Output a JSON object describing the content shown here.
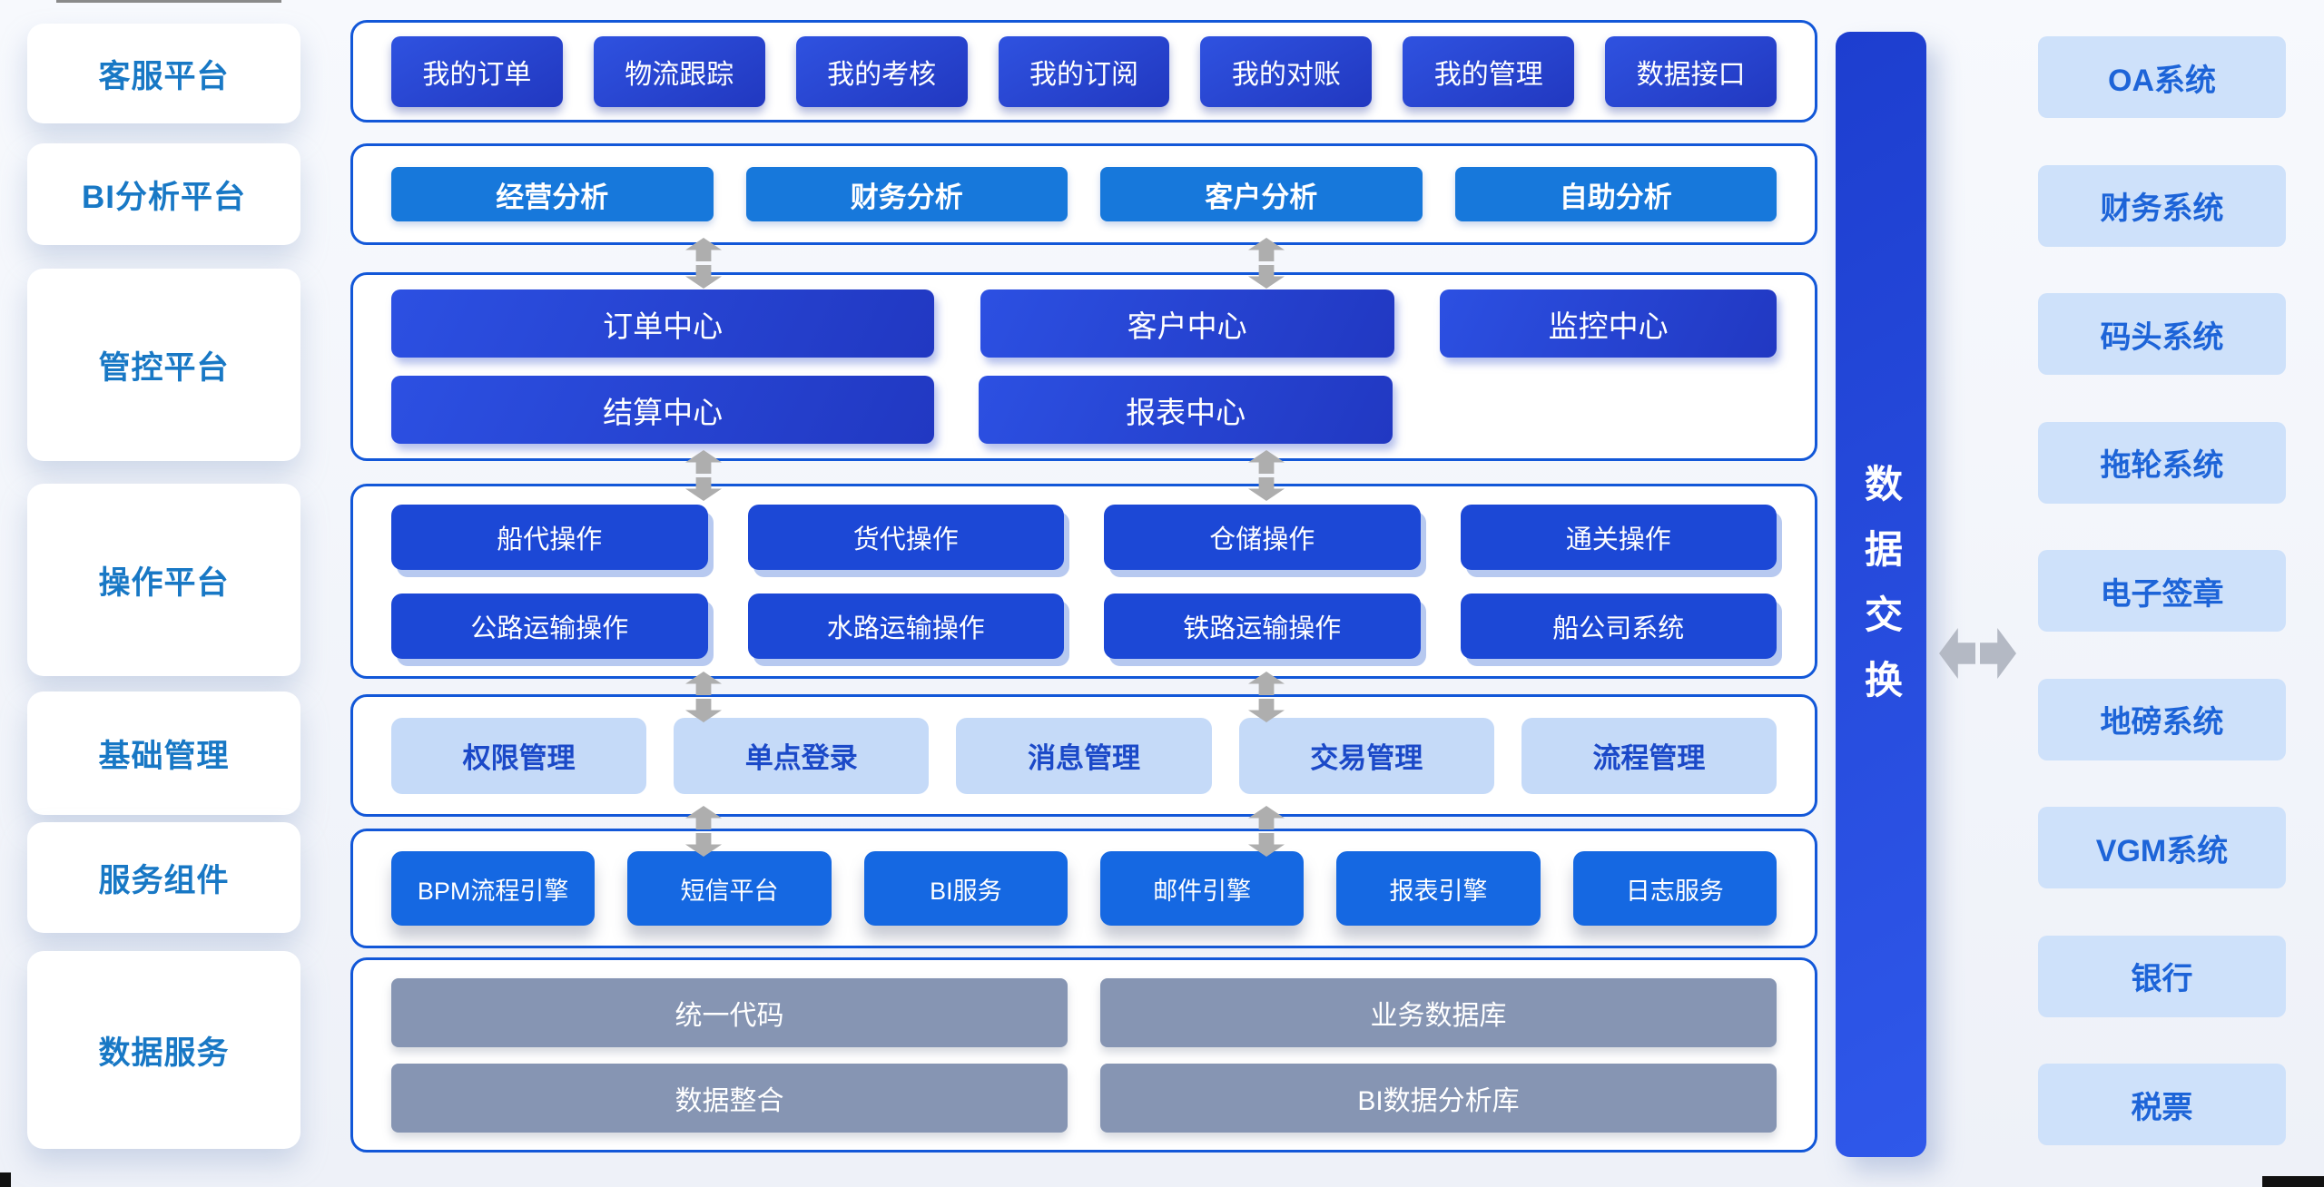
{
  "sidebar": {
    "items": [
      "客服平台",
      "BI分析平台",
      "管控平台",
      "操作平台",
      "基础管理",
      "服务组件",
      "数据服务"
    ]
  },
  "sections": {
    "customer_service": {
      "buttons": [
        "我的订单",
        "物流跟踪",
        "我的考核",
        "我的订阅",
        "我的对账",
        "我的管理",
        "数据接口"
      ]
    },
    "bi_analysis": {
      "buttons": [
        "经营分析",
        "财务分析",
        "客户分析",
        "自助分析"
      ]
    },
    "control": {
      "row1": [
        "订单中心",
        "客户中心",
        "监控中心"
      ],
      "row2": [
        "结算中心",
        "报表中心"
      ]
    },
    "operation": {
      "row1": [
        "船代操作",
        "货代操作",
        "仓储操作",
        "通关操作"
      ],
      "row2": [
        "公路运输操作",
        "水路运输操作",
        "铁路运输操作",
        "船公司系统"
      ]
    },
    "basic_management": {
      "buttons": [
        "权限管理",
        "单点登录",
        "消息管理",
        "交易管理",
        "流程管理"
      ]
    },
    "service_components": {
      "buttons": [
        "BPM流程引擎",
        "短信平台",
        "BI服务",
        "邮件引擎",
        "报表引擎",
        "日志服务"
      ]
    },
    "data_service": {
      "row1": [
        "统一代码",
        "业务数据库"
      ],
      "row2": [
        "数据整合",
        "BI数据分析库"
      ]
    }
  },
  "exchange": {
    "label": "数据交换"
  },
  "external": {
    "items": [
      "OA系统",
      "财务系统",
      "码头系统",
      "拖轮系统",
      "电子签章",
      "地磅系统",
      "VGM系统",
      "银行",
      "税票"
    ]
  },
  "colors": {
    "section_border": "#1257d8",
    "navy_button": "#2a46d2",
    "azure_button": "#1778db",
    "operation_button": "#1c48d6",
    "light_button": "#c5daf8",
    "bright_button": "#1568e2",
    "gray_button": "#8695b3",
    "exchange_bar": "#2448d8",
    "external_card": "#cee1fa",
    "arrow": "#aeaeae",
    "sidebar_text": "#1878c5"
  }
}
